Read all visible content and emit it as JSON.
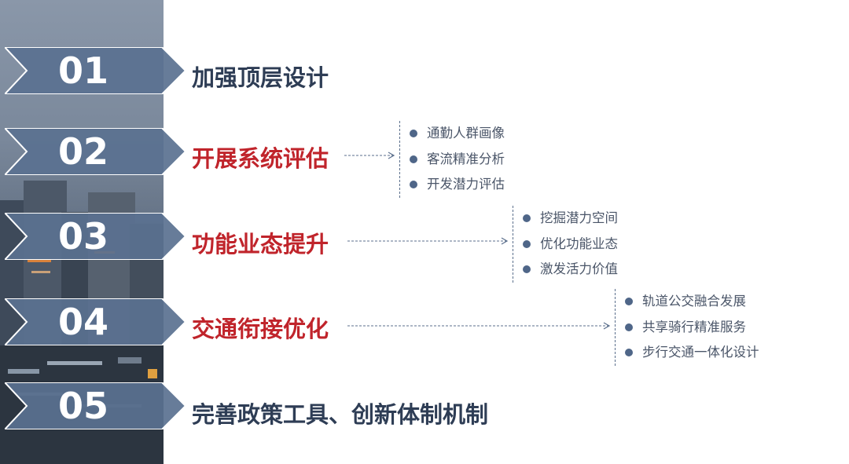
{
  "sections": [
    {
      "number": "01",
      "title": "加强顶层设计",
      "highlight": false,
      "subitems": []
    },
    {
      "number": "02",
      "title": "开展系统评估",
      "highlight": true,
      "subitems": [
        "通勤人群画像",
        "客流精准分析",
        "开发潜力评估"
      ]
    },
    {
      "number": "03",
      "title": "功能业态提升",
      "highlight": true,
      "subitems": [
        "挖掘潜力空间",
        "优化功能业态",
        "激发活力价值"
      ]
    },
    {
      "number": "04",
      "title": "交通衔接优化",
      "highlight": true,
      "subitems": [
        "轨道公交融合发展",
        "共享骑行精准服务",
        "步行交通一体化设计"
      ]
    },
    {
      "number": "05",
      "title": "完善政策工具、创新体制机制",
      "highlight": false,
      "subitems": []
    }
  ],
  "colors": {
    "navy": "#2e3d55",
    "red": "#c0242b",
    "chevron": "#5a7190",
    "bullet": "#4f6688"
  }
}
